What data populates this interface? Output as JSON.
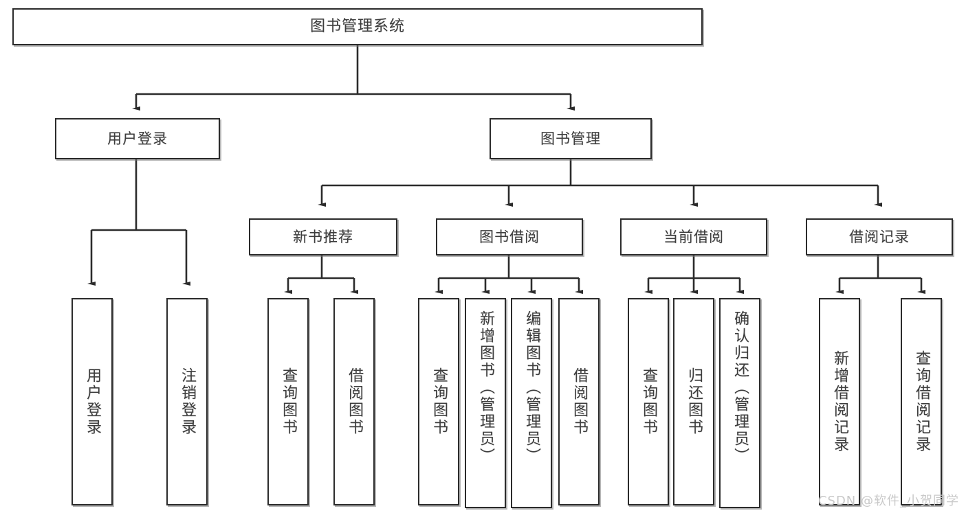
{
  "diagram": {
    "title": "图书管理系统",
    "type": "tree-hierarchy",
    "root": {
      "label": "图书管理系统"
    },
    "level2": [
      {
        "label": "用户登录"
      },
      {
        "label": "图书管理"
      }
    ],
    "level3": [
      {
        "label": "新书推荐"
      },
      {
        "label": "图书借阅"
      },
      {
        "label": "当前借阅"
      },
      {
        "label": "借阅记录"
      }
    ],
    "leaves": {
      "user_login": [
        {
          "label": "用户登录"
        },
        {
          "label": "注销登录"
        }
      ],
      "new_book_recommend": [
        {
          "label": "查询图书"
        },
        {
          "label": "借阅图书"
        }
      ],
      "book_borrow": [
        {
          "label": "查询图书"
        },
        {
          "label": "新增图书（管理员）"
        },
        {
          "label": "编辑图书（管理员）"
        },
        {
          "label": "借阅图书"
        }
      ],
      "current_borrow": [
        {
          "label": "查询图书"
        },
        {
          "label": "归还图书"
        },
        {
          "label": "确认归还（管理员）"
        }
      ],
      "borrow_record": [
        {
          "label": "新增借阅记录"
        },
        {
          "label": "查询借阅记录"
        }
      ]
    }
  },
  "watermark": {
    "text": "CSDN @软件_小贺同学"
  },
  "colors": {
    "background": "#ffffff",
    "border": "#2b2b2b",
    "text": "#3d3d3d",
    "connector": "#2b2b2b",
    "watermark": "#c9c9c9"
  }
}
